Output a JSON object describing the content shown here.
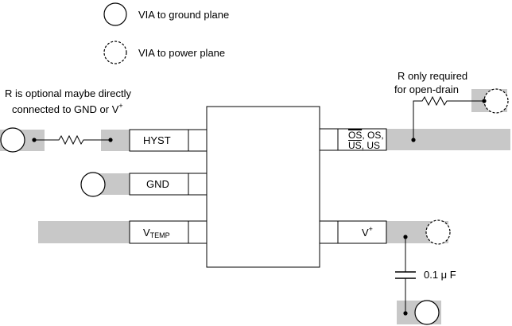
{
  "legend": {
    "ground_via": "VIA to ground plane",
    "power_via": "VIA to power plane"
  },
  "notes": {
    "optional_r_line1": "R is optional maybe directly",
    "optional_r_line2": "connected to GND or V",
    "optional_r_sup": "+",
    "pullup_line1": "R only required",
    "pullup_line2": "for open-drain"
  },
  "pins": {
    "hyst": "HYST",
    "gnd": "GND",
    "vtemp_main": "V",
    "vtemp_sub": "TEMP",
    "os_line1_a": "OS",
    "os_line1_b": ", OS,",
    "os_line2_a": "US",
    "os_line2_b": ", US",
    "vplus_main": "V",
    "vplus_sup": "+"
  },
  "capacitor": {
    "value": "0.1 μ F"
  },
  "colors": {
    "trace": "#c8c8c8",
    "line": "#000000"
  }
}
